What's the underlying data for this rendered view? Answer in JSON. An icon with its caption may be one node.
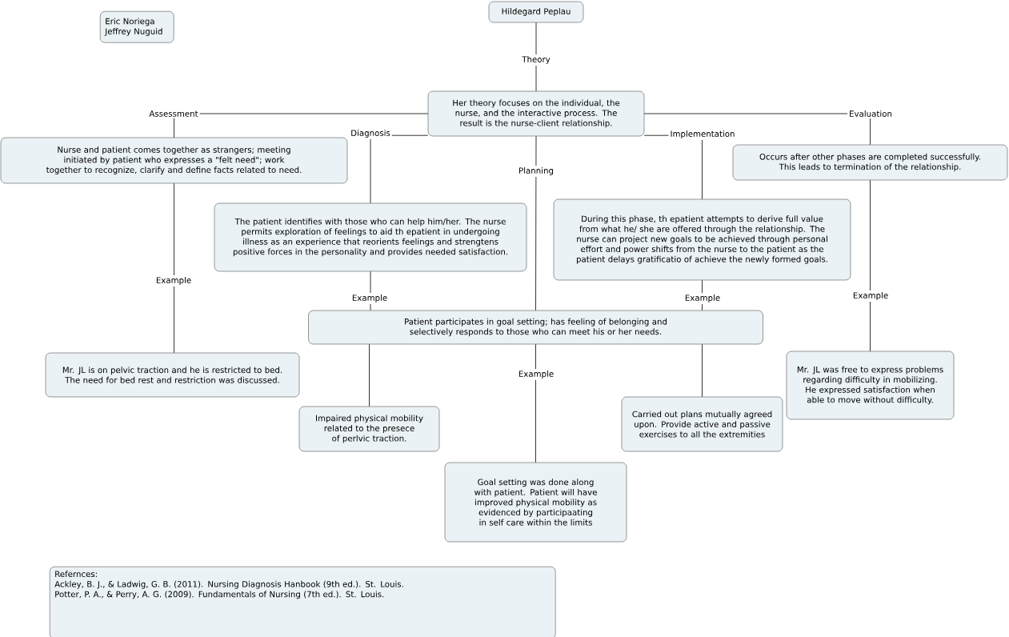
{
  "diagram": {
    "nodes": [
      {
        "text": [
          "Eric Noriega Jeffrey Nuguid"
        ]
      },
      {
        "text": [
          "Hildegard Peplau"
        ]
      },
      {
        "text": [
          "Her theory focuses on the individual, the nurse, and the interactive process. The result is the nurse-client relationship."
        ]
      },
      {
        "text": [
          "Nurse and patient comes together as strangers; meeting initiated by patient who expresses a \"felt need\"; work together to recognize, clarify and define facts related to need."
        ]
      },
      {
        "text": [
          "The patient identifies with those who can help him/her. The nurse permits exploration of feelings to aid th epatient in undergoing illness as an experience that reorients feelings and strengtens positive forces in the personality and provides needed satisfaction."
        ]
      },
      {
        "text": [
          "During this phase, th epatient attempts to derive full value from what he/ she are offered through the relationship. The nurse can project new goals to be achieved through personal effort and power shifts from the nurse to the patient as the patient delays gratificatio of achieve the newly formed goals."
        ]
      },
      {
        "text": [
          "Occurs after other phases are completed successfully. This leads to termination of the relationship."
        ]
      },
      {
        "text": [
          "Patient participates in goal setting; has feeling of belonging and selectively responds to those who can meet his or her needs."
        ]
      },
      {
        "text": [
          "Mr. JL is on pelvic traction and he is restricted to bed. The need for bed rest and restriction was discussed."
        ]
      },
      {
        "text": [
          "Impaired physical mobility related to the presece of perlvic traction."
        ]
      },
      {
        "text": [
          "Carried out plans mutually agreed upon. Provide active and passive exercises to all the extremities"
        ]
      },
      {
        "text": [
          "Mr. JL was free to express problems regarding difficulty in mobilizing. He expressed satisfaction when able to move without difficulty."
        ]
      },
      {
        "text": [
          "Goal setting was done along with patient. Patient will have improved physical mobility as evidenced by participaating in self care within the limits"
        ]
      },
      {
        "text": [
          "Refernces:",
          "Ackley, B. J., & Ladwig, G. B. (2011). Nursing Diagnosis Hanbook (9th ed.). St. Louis.",
          "Potter, P. A., & Perry, A. G. (2009). Fundamentals of Nursing (7th ed.). St. Louis."
        ]
      }
    ],
    "edges": [
      {
        "from": 1,
        "to": 2,
        "arrow": "none",
        "label": "Theory"
      },
      {
        "from": 2,
        "to": 3,
        "arrow": "none",
        "label": "Assessment"
      },
      {
        "from": 2,
        "to": 4,
        "arrow": "none",
        "label": "Diagnosis"
      },
      {
        "from": 2,
        "to": 7,
        "arrow": "none",
        "label": "Planning"
      },
      {
        "from": 2,
        "to": 5,
        "arrow": "none",
        "label": "Implementation"
      },
      {
        "from": 2,
        "to": 6,
        "arrow": "none",
        "label": "Evaluation"
      },
      {
        "from": 3,
        "to": 8,
        "arrow": "none",
        "label": "Example"
      },
      {
        "from": 4,
        "to": 7,
        "arrow": "none",
        "label": "Example"
      },
      {
        "from": 5,
        "to": 7,
        "arrow": "none",
        "label": "Example"
      },
      {
        "from": 7,
        "to": 9,
        "arrow": "none"
      },
      {
        "from": 7,
        "to": 12,
        "arrow": "none",
        "label": "Example"
      },
      {
        "from": 7,
        "to": 10,
        "arrow": "none"
      },
      {
        "from": 6,
        "to": 11,
        "arrow": "none",
        "label": "Example"
      }
    ]
  }
}
